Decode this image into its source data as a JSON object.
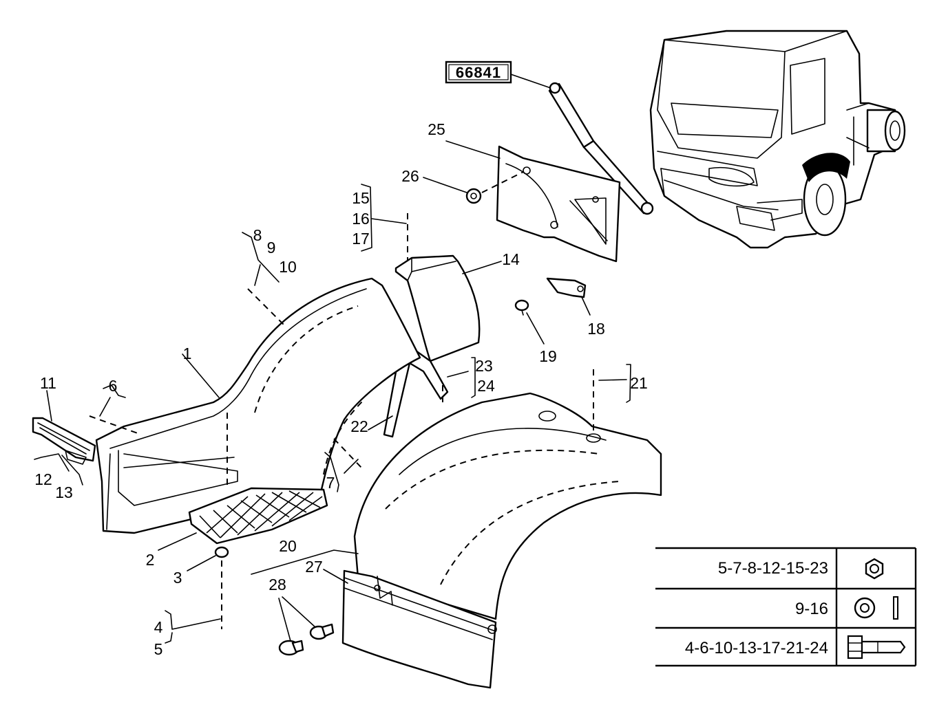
{
  "reference_box": "66841",
  "callouts": [
    {
      "id": "c1",
      "text": "1"
    },
    {
      "id": "c2",
      "text": "2"
    },
    {
      "id": "c3",
      "text": "3"
    },
    {
      "id": "c4",
      "text": "4"
    },
    {
      "id": "c5",
      "text": "5"
    },
    {
      "id": "c6",
      "text": "6"
    },
    {
      "id": "c7",
      "text": "7"
    },
    {
      "id": "c8",
      "text": "8"
    },
    {
      "id": "c9",
      "text": "9"
    },
    {
      "id": "c10",
      "text": "10"
    },
    {
      "id": "c11",
      "text": "11"
    },
    {
      "id": "c12",
      "text": "12"
    },
    {
      "id": "c13",
      "text": "13"
    },
    {
      "id": "c14",
      "text": "14"
    },
    {
      "id": "c15",
      "text": "15"
    },
    {
      "id": "c16",
      "text": "16"
    },
    {
      "id": "c17",
      "text": "17"
    },
    {
      "id": "c18",
      "text": "18"
    },
    {
      "id": "c19",
      "text": "19"
    },
    {
      "id": "c20",
      "text": "20"
    },
    {
      "id": "c21",
      "text": "21"
    },
    {
      "id": "c22",
      "text": "22"
    },
    {
      "id": "c23",
      "text": "23"
    },
    {
      "id": "c24",
      "text": "24"
    },
    {
      "id": "c25",
      "text": "25"
    },
    {
      "id": "c26",
      "text": "26"
    },
    {
      "id": "c27",
      "text": "27"
    },
    {
      "id": "c28",
      "text": "28"
    }
  ],
  "legend": [
    {
      "parts": "5-7-8-12-15-23",
      "icon": "nut-icon"
    },
    {
      "parts": "9-16",
      "icon": "washer-icon"
    },
    {
      "parts": "4-6-10-13-17-21-24",
      "icon": "bolt-icon"
    }
  ]
}
